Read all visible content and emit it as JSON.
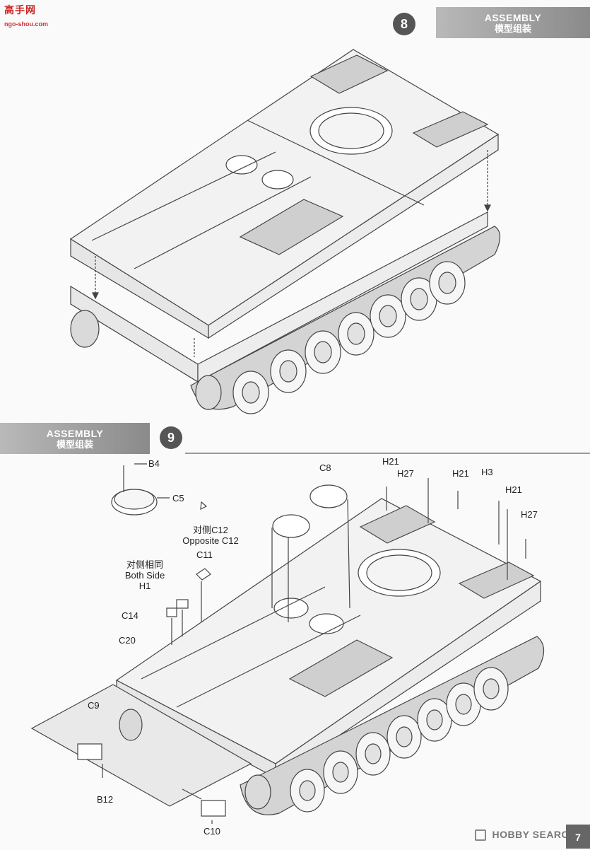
{
  "watermark": {
    "site_cn": "高手网",
    "site_url": "ngo-shou.com"
  },
  "step8": {
    "number": "8",
    "title_en": "ASSEMBLY",
    "title_cn": "模型组装"
  },
  "step9": {
    "number": "9",
    "title_en": "ASSEMBLY",
    "title_cn": "模型组装",
    "callouts": {
      "b4": "B4",
      "c5": "C5",
      "c8": "C8",
      "h21_a": "H21",
      "h27_a": "H27",
      "h21_b": "H21",
      "h3": "H3",
      "h21_c": "H21",
      "h27_b": "H27",
      "opposite_cn": "对侧C12",
      "opposite_en": "Opposite C12",
      "c11": "C11",
      "both_cn": "对侧相同",
      "both_en": "Both Side",
      "h1": "H1",
      "c14": "C14",
      "c20": "C20",
      "c9": "C9",
      "b12": "B12",
      "c10": "C10"
    }
  },
  "footer": {
    "brand": "HOBBY SEARCH",
    "page_number": "7"
  }
}
